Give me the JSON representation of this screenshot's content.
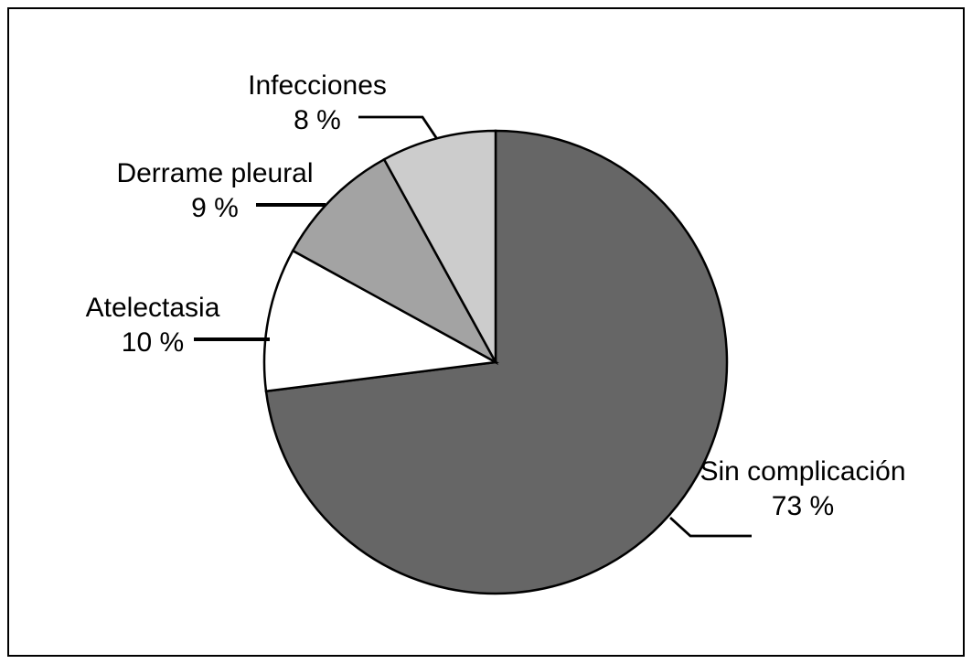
{
  "figure": {
    "background": "#ffffff",
    "border_color": "#000000"
  },
  "chart_data": {
    "type": "pie",
    "title": "",
    "start_angle_deg": 0,
    "direction": "clockwise",
    "stroke_color": "#000000",
    "legend_position": "callout-labels",
    "categories": [
      "Sin complicación",
      "Atelectasia",
      "Derrame pleural",
      "Infecciones"
    ],
    "values": [
      73,
      10,
      9,
      8
    ],
    "slices": [
      {
        "label": "Sin complicación",
        "value": 73,
        "pct_text": "73 %",
        "color": "#666666"
      },
      {
        "label": "Atelectasia",
        "value": 10,
        "pct_text": "10 %",
        "color": "#ffffff"
      },
      {
        "label": "Derrame pleural",
        "value": 9,
        "pct_text": "9 %",
        "color": "#a3a3a3"
      },
      {
        "label": "Infecciones",
        "value": 8,
        "pct_text": "8 %",
        "color": "#cccccc"
      }
    ]
  }
}
